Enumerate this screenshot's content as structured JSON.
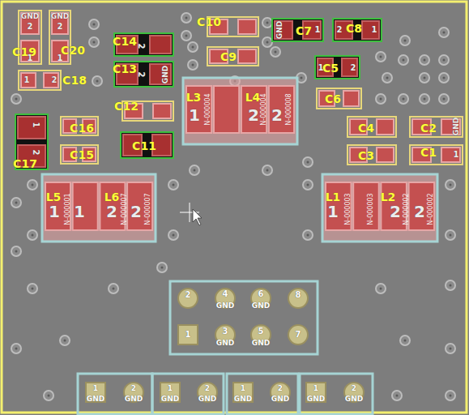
{
  "diagram": {
    "labels": [
      "C19",
      "GND",
      "2",
      "1",
      "C20",
      "GND",
      "2",
      "1",
      "C18",
      "1",
      "2",
      "C14",
      "2",
      "C13",
      "2",
      "GND",
      "C10",
      "C9",
      "C12",
      "L3",
      "1",
      "N-000004",
      "L4",
      "2",
      "N-000004",
      "2",
      "N-000008",
      "C7",
      "GND",
      "1",
      "C8",
      "2",
      "1",
      "C5",
      "1",
      "2",
      "C6",
      "C16",
      "C15",
      "C11",
      "C17",
      "1",
      "2",
      "C4",
      "C3",
      "C2",
      "GND",
      "C1",
      "1",
      "L5",
      "1",
      "N-000001",
      "1",
      "L6",
      "2",
      "N-000007",
      "2",
      "N-000007",
      "L1",
      "1",
      "N-000003",
      "L2",
      "N-000003",
      "2",
      "N-000002",
      "2",
      "N-000002",
      "2",
      "4",
      "GND",
      "6",
      "GND",
      "8",
      "1",
      "3",
      "GND",
      "5",
      "GND",
      "7",
      "1",
      "GND",
      "2",
      "GND",
      "1",
      "GND",
      "2",
      "GND",
      "1",
      "GND",
      "2",
      "GND",
      "1",
      "GND",
      "2",
      "GND"
    ]
  }
}
